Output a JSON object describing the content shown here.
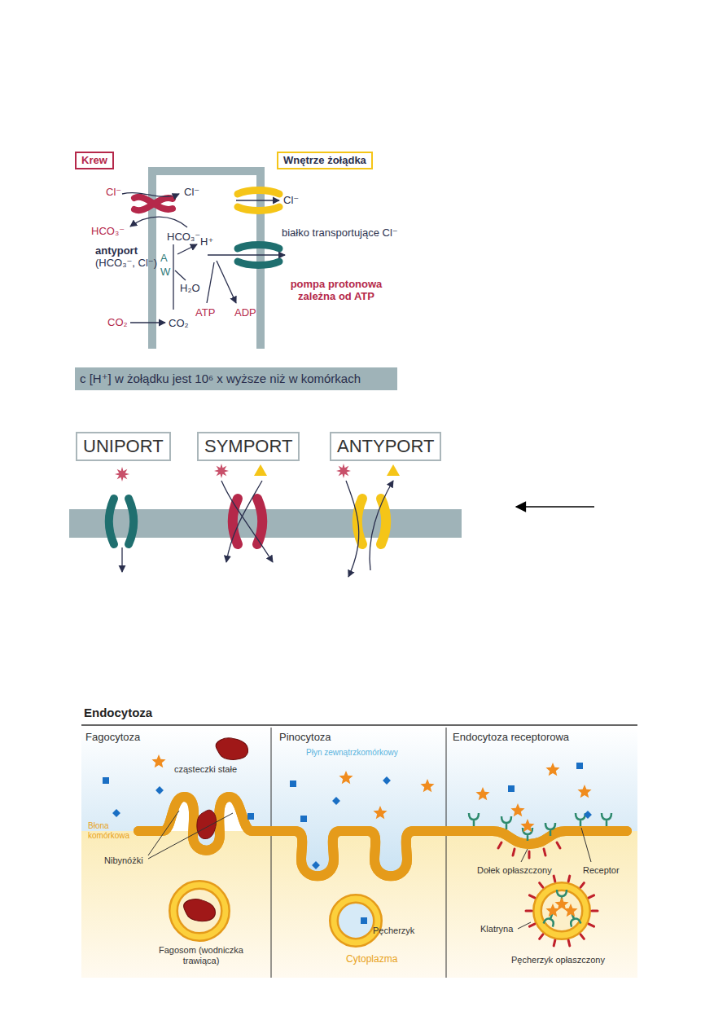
{
  "diagram": {
    "nodes": [
      {
        "text": [
          "Krew"
        ]
      },
      {
        "text": [
          "Wnętrze żołądka"
        ]
      },
      {
        "text": [
          "c [H⁺] w żołądku jest 10⁶ x wyższe niż w komórkach"
        ]
      },
      {
        "text": [
          "UNIPORT"
        ]
      },
      {
        "text": [
          "SYMPORT"
        ]
      },
      {
        "text": [
          "ANTYPORT"
        ]
      }
    ],
    "labels": [
      "Cl⁻",
      "Cl⁻",
      "HCO₃⁻",
      "HCO₃⁻",
      "antyport",
      "(HCO₃⁻, Cl⁻)",
      "A W",
      "H⁺",
      "H₂O",
      "CO₂",
      "CO₂",
      "ATP",
      "ADP",
      "Cl⁻",
      "białko transportujące Cl⁻",
      "pompa protonowa zależna od ATP",
      "Endocytoza",
      "Fagocytoza",
      "Pinocytoza",
      "Endocytoza receptorowa",
      "cząsteczki stałe",
      "Płyn zewnątrzkomórkowy",
      "Błona komórkowa",
      "Nibynóżki",
      "Fagosom (wodniczka trawiąca)",
      "Pęcherzyk",
      "Cytoplazma",
      "Dołek opłaszczony",
      "Receptor",
      "Klatryna",
      "Pęcherzyk opłaszczony"
    ]
  }
}
